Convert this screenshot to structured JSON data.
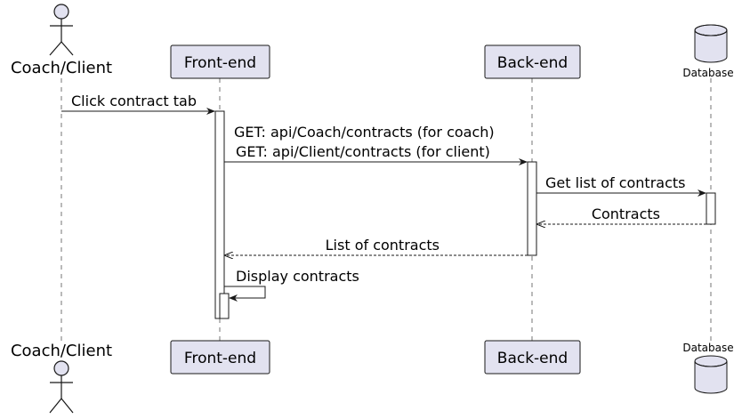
{
  "participants": {
    "actor": "Coach/Client",
    "frontend": "Front-end",
    "backend": "Back-end",
    "database": "Database"
  },
  "messages": {
    "m1": "Click contract tab",
    "m2_line1": "GET: api/Coach/contracts (for coach)",
    "m2_line2": "GET: api/Client/contracts (for client)",
    "m3": "Get list of contracts",
    "m4": "Contracts",
    "m5": "List of contracts",
    "m6": "Display contracts"
  },
  "colors": {
    "participant_fill": "#E2E2F0",
    "participant_border": "#181818",
    "lifeline": "#181818",
    "arrow": "#181818"
  }
}
